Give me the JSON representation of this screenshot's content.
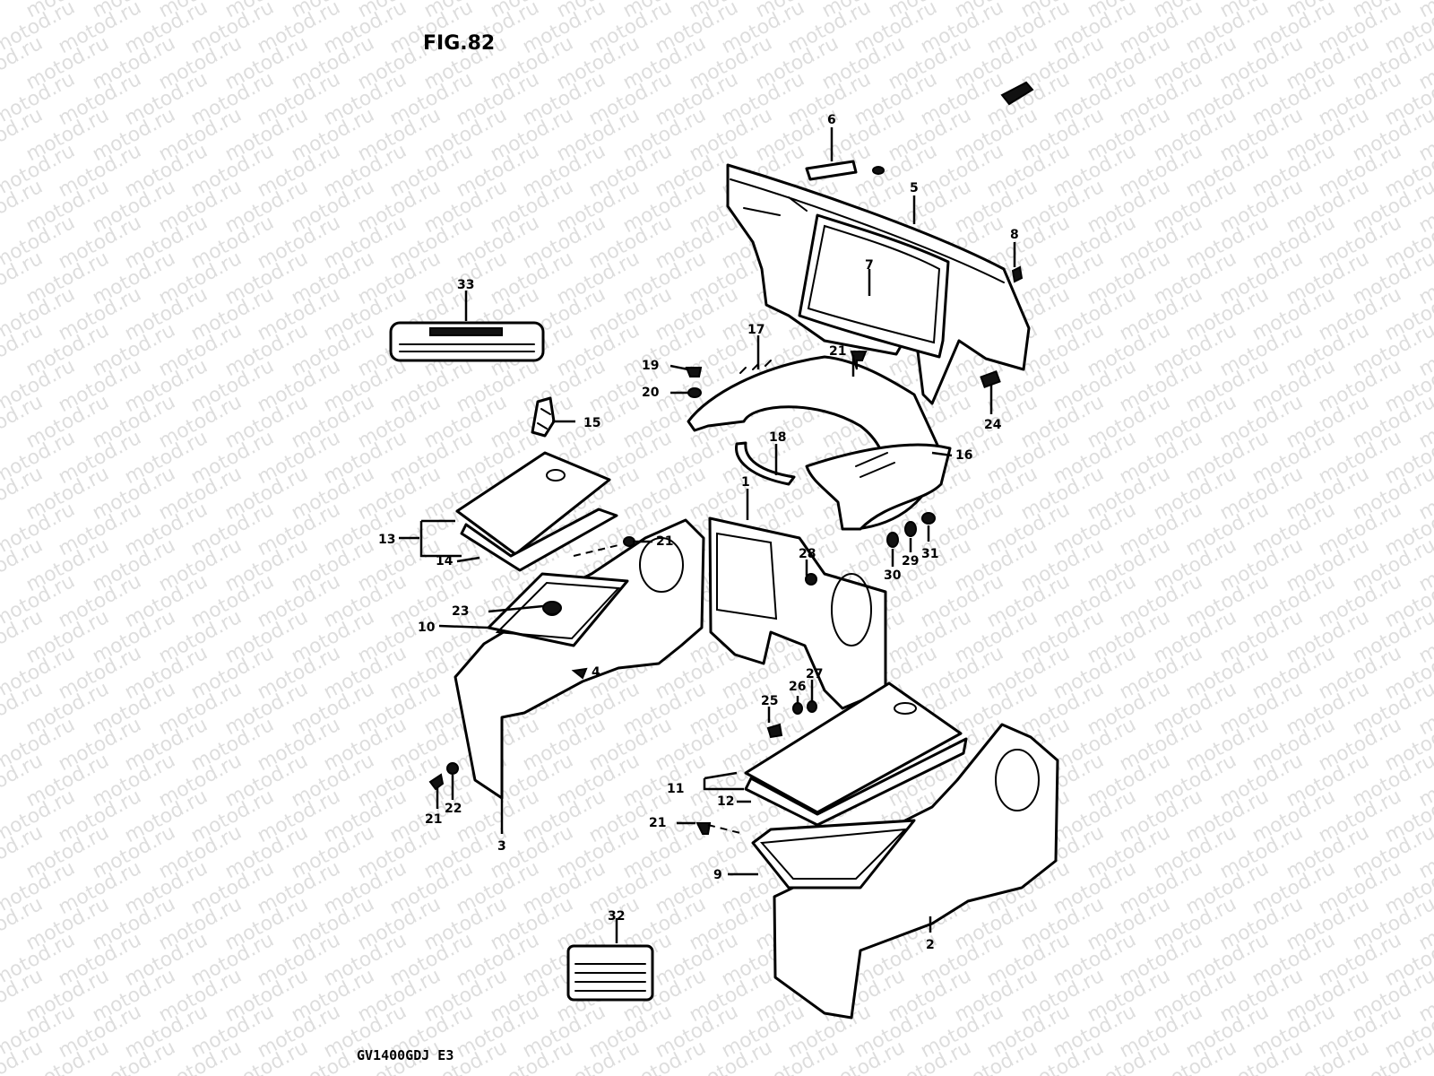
{
  "figure": {
    "title": "FIG.82",
    "model_code": "GV1400GDJ  E3",
    "watermark": "motod.ru"
  },
  "callouts": [
    {
      "id": "c1",
      "label": "1"
    },
    {
      "id": "c2",
      "label": "2"
    },
    {
      "id": "c3",
      "label": "3"
    },
    {
      "id": "c4",
      "label": "4"
    },
    {
      "id": "c5",
      "label": "5"
    },
    {
      "id": "c6",
      "label": "6"
    },
    {
      "id": "c7",
      "label": "7"
    },
    {
      "id": "c8",
      "label": "8"
    },
    {
      "id": "c9",
      "label": "9"
    },
    {
      "id": "c10",
      "label": "10"
    },
    {
      "id": "c11",
      "label": "11"
    },
    {
      "id": "c12",
      "label": "12"
    },
    {
      "id": "c13",
      "label": "13"
    },
    {
      "id": "c14",
      "label": "14"
    },
    {
      "id": "c15",
      "label": "15"
    },
    {
      "id": "c16",
      "label": "16"
    },
    {
      "id": "c17",
      "label": "17"
    },
    {
      "id": "c18",
      "label": "18"
    },
    {
      "id": "c19",
      "label": "19"
    },
    {
      "id": "c20",
      "label": "20"
    },
    {
      "id": "c21a",
      "label": "21"
    },
    {
      "id": "c21b",
      "label": "21"
    },
    {
      "id": "c21c",
      "label": "21"
    },
    {
      "id": "c21d",
      "label": "21"
    },
    {
      "id": "c22",
      "label": "22"
    },
    {
      "id": "c23",
      "label": "23"
    },
    {
      "id": "c24",
      "label": "24"
    },
    {
      "id": "c25",
      "label": "25"
    },
    {
      "id": "c26",
      "label": "26"
    },
    {
      "id": "c27",
      "label": "27"
    },
    {
      "id": "c28",
      "label": "28"
    },
    {
      "id": "c29",
      "label": "29"
    },
    {
      "id": "c30",
      "label": "30"
    },
    {
      "id": "c31",
      "label": "31"
    },
    {
      "id": "c32",
      "label": "32"
    },
    {
      "id": "c33",
      "label": "33"
    }
  ]
}
